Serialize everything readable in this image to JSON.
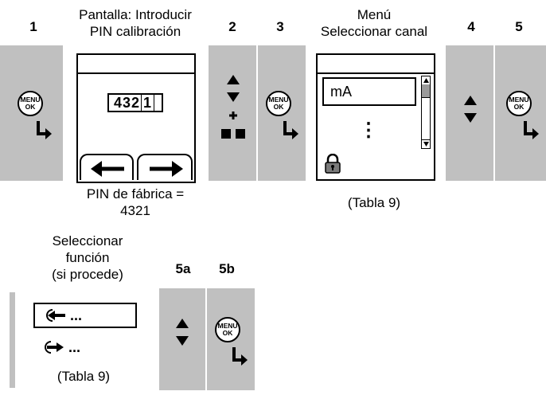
{
  "steps": {
    "s1": "1",
    "s2": "2",
    "s3": "3",
    "s4": "4",
    "s5": "5",
    "s5a": "5a",
    "s5b": "5b"
  },
  "captions": {
    "screen_pin_line1": "Pantalla: Introducir",
    "screen_pin_line2": "PIN calibración",
    "menu_line1": "Menú",
    "menu_line2": "Seleccionar canal",
    "select_fn_line1": "Seleccionar",
    "select_fn_line2": "función",
    "select_fn_line3": "(si procede)",
    "factory_pin_line1": "PIN de fábrica =",
    "factory_pin_line2": "4321",
    "table_ref_1": "(Tabla 9)",
    "table_ref_2": "(Tabla 9)"
  },
  "pin_screen": {
    "digits": "432",
    "cursor_digit": "1"
  },
  "channel_screen": {
    "item": "mA",
    "ellipsis": "⋮"
  },
  "function_screen": {
    "item1": "...",
    "item2": "..."
  },
  "menu_button": {
    "line1": "MENU",
    "line2": "OK"
  },
  "colors": {
    "panel_gray": "#c0c0c0"
  }
}
